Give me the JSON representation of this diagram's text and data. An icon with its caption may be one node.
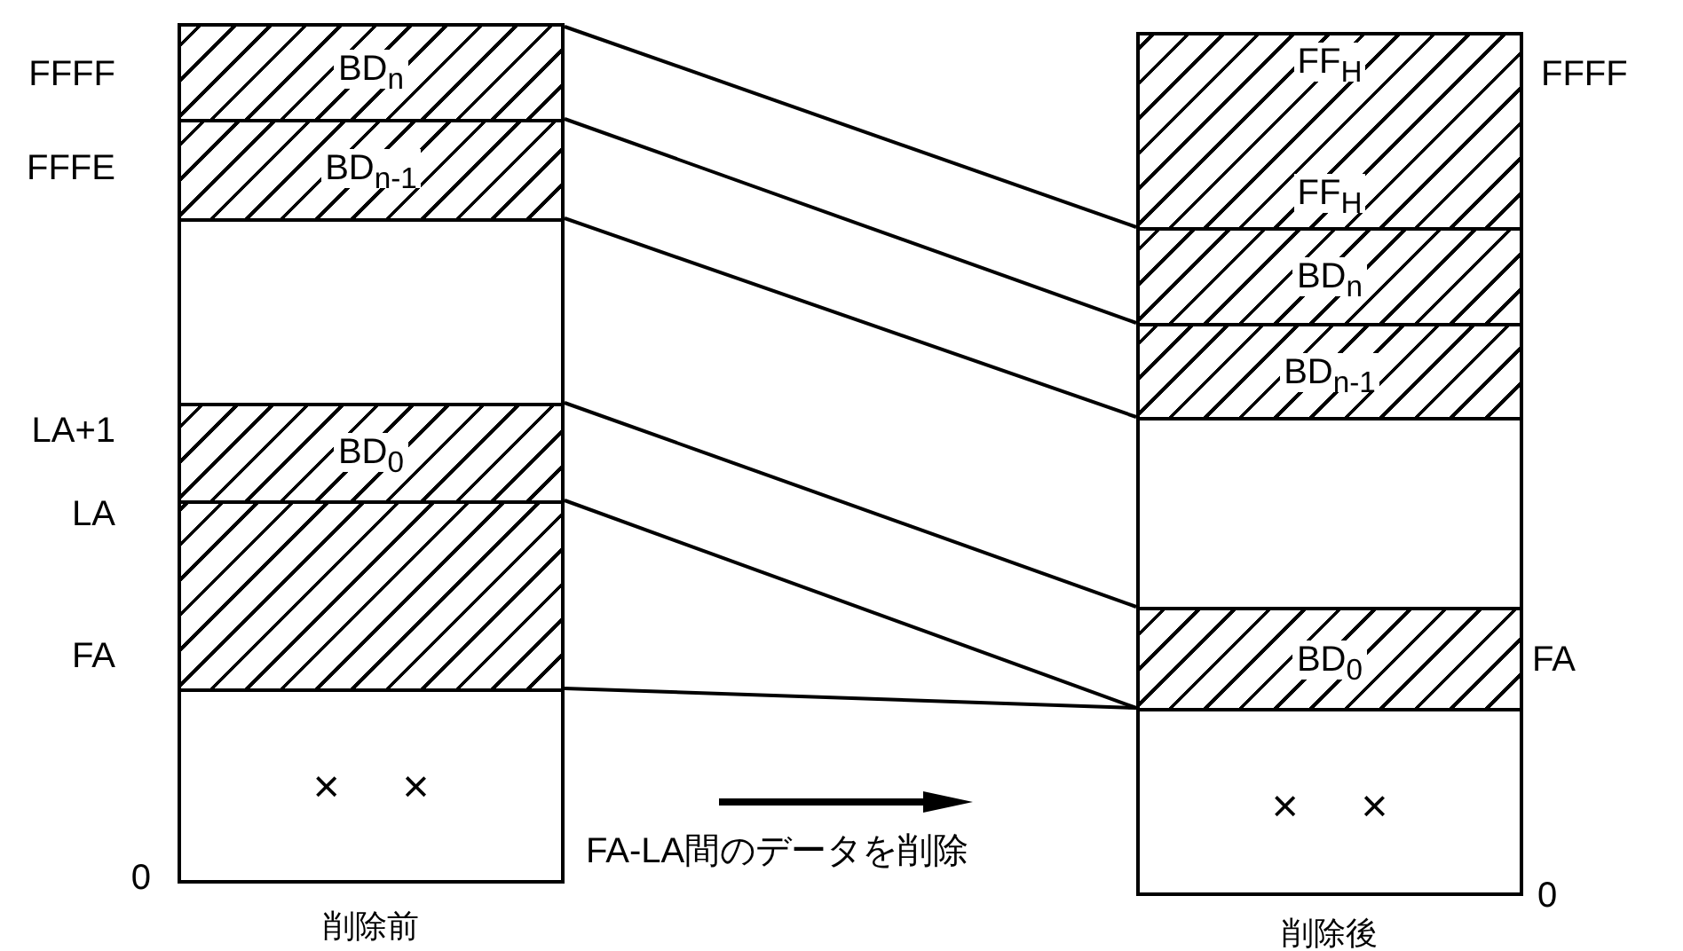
{
  "diagram": {
    "nodes": [
      {
        "text": [],
        "shape": "box",
        "beside": [
          "削除前"
        ]
      },
      {
        "text": [
          "BD$_{n}$"
        ],
        "in": 0
      },
      {
        "text": [
          "BD$_{n-1}$"
        ],
        "in": 0
      },
      {
        "text": [],
        "shape": "box",
        "in": 0
      },
      {
        "text": [
          "BD$_{0}$"
        ],
        "in": 0
      },
      {
        "text": [],
        "shape": "box",
        "in": 0
      },
      {
        "text": [
          "× ×"
        ],
        "in": 0
      },
      {
        "text": [],
        "shape": "box",
        "beside": [
          "削除後"
        ]
      },
      {
        "text": [
          "FF$_{H}$",
          "FF$_{H}$"
        ],
        "in": 7
      },
      {
        "text": [
          "BD$_{n}$"
        ],
        "in": 7
      },
      {
        "text": [
          "BD$_{n-1}$"
        ],
        "in": 7
      },
      {
        "text": [],
        "shape": "box",
        "in": 7
      },
      {
        "text": [
          "BD$_{0}$"
        ],
        "in": 7
      },
      {
        "text": [
          "× ×"
        ],
        "in": 7
      }
    ],
    "edges": [
      {
        "from": 1,
        "to": 9,
        "arrow": "none"
      },
      {
        "from": 2,
        "to": 10,
        "arrow": "none"
      },
      {
        "from": 3,
        "to": 11,
        "arrow": "none"
      },
      {
        "from": 4,
        "to": 12,
        "arrow": "none"
      },
      {
        "from": 5,
        "to": 13,
        "arrow": "none"
      },
      {
        "from": 6,
        "to": 13,
        "arrow": "none"
      }
    ],
    "labels": [
      "FFFF",
      "FFFF",
      "FFFE",
      "LA+1",
      "LA",
      "FA",
      "FA",
      "FA-LA間のデータを削除",
      "0",
      "0"
    ]
  }
}
